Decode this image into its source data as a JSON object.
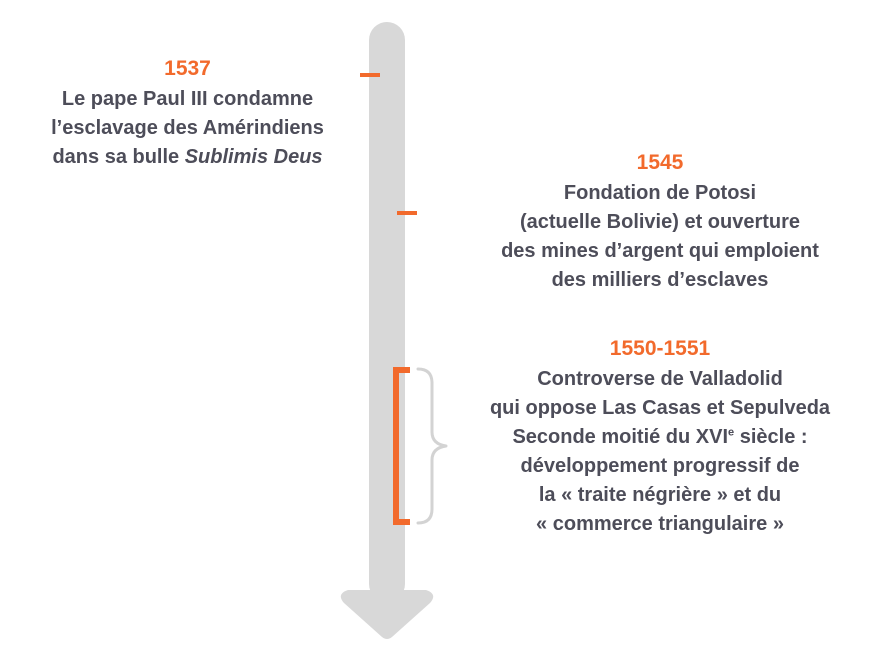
{
  "colors": {
    "accent": "#f26a2c",
    "text": "#4d4d59",
    "timeline": "#d8d8d8",
    "brace": "#d3d3d3"
  },
  "events": [
    {
      "year": "1537",
      "lines": {
        "l1": "Le pape Paul III condamne",
        "l2": "l’esclavage des Amérindiens",
        "l3_plain": "dans sa bulle ",
        "l3_italic": "Sublimis Deus"
      }
    },
    {
      "year": "1545",
      "lines": {
        "l1": "Fondation de Potosi",
        "l2": "(actuelle Bolivie) et ouverture",
        "l3": "des mines d’argent qui emploient",
        "l4": "des milliers d’esclaves"
      }
    },
    {
      "year": "1550-1551",
      "lines": {
        "l1": "Controverse de Valladolid",
        "l2": "qui oppose Las Casas et Sepulveda",
        "l3_pre": "Seconde moitié du XVI",
        "l3_sup": "e",
        "l3_post": " siècle :",
        "l4": "développement progressif de",
        "l5": "la « traite négrière » et du",
        "l6": "« commerce triangulaire »"
      }
    }
  ]
}
